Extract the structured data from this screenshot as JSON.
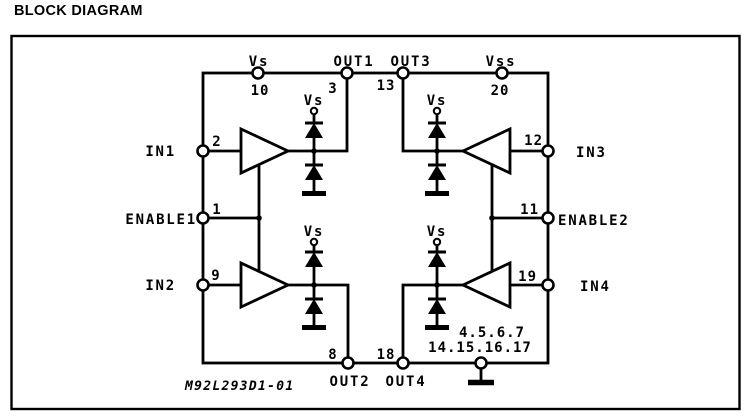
{
  "title": "BLOCK DIAGRAM",
  "figure_code": "M92L293D1-01",
  "supply": {
    "clamp_label": "Vs"
  },
  "pins": {
    "vs": {
      "label": "Vs",
      "number": "10"
    },
    "out1": {
      "label": "OUT1",
      "number": "3"
    },
    "out3": {
      "label": "OUT3",
      "number": "13"
    },
    "vss": {
      "label": "Vss",
      "number": "20"
    },
    "in1": {
      "label": "IN1",
      "number": "2"
    },
    "enable1": {
      "label": "ENABLE1",
      "number": "1"
    },
    "in2": {
      "label": "IN2",
      "number": "9"
    },
    "in3": {
      "label": "IN3",
      "number": "12"
    },
    "enable2": {
      "label": "ENABLE2",
      "number": "11"
    },
    "in4": {
      "label": "IN4",
      "number": "19"
    },
    "out2": {
      "label": "OUT2",
      "number": "8"
    },
    "out4": {
      "label": "OUT4",
      "number": "18"
    },
    "gnd": {
      "numbers_top": "4.5.6.7",
      "numbers_bottom": "14.15.16.17"
    }
  },
  "colors": {
    "ink": "#000000",
    "background": "#ffffff"
  }
}
